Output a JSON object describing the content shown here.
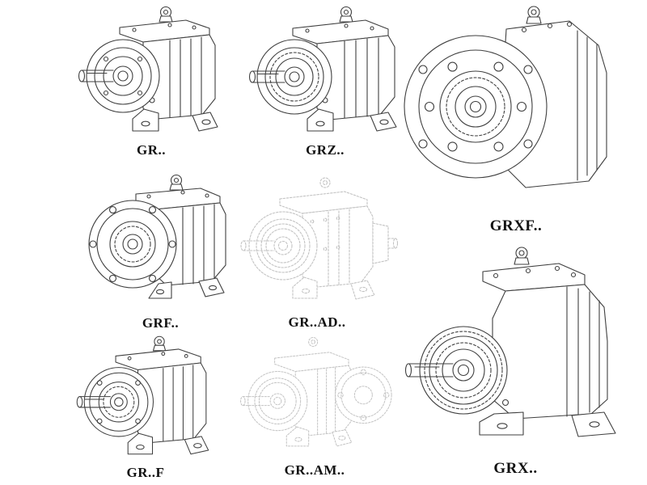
{
  "colors": {
    "background": "#ffffff",
    "line": "#3f3f3f",
    "faint_line": "#c3c3c3",
    "label_text": "#111111"
  },
  "figures": [
    {
      "id": "gr",
      "label": "GR.."
    },
    {
      "id": "grz",
      "label": "GRZ.."
    },
    {
      "id": "grxf",
      "label": "GRXF.."
    },
    {
      "id": "grf",
      "label": "GRF.."
    },
    {
      "id": "gr-ad",
      "label": "GR..AD.."
    },
    {
      "id": "gr-f",
      "label": "GR..F"
    },
    {
      "id": "gr-am",
      "label": "GR..AM.."
    },
    {
      "id": "grx",
      "label": "GRX.."
    }
  ]
}
